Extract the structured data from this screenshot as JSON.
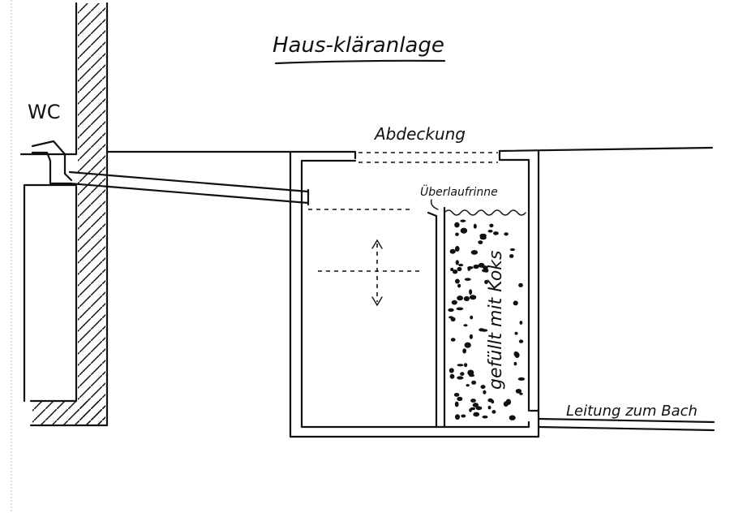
{
  "diagram": {
    "title": "Haus-kläranlage",
    "labels": {
      "wc": "WC",
      "cover": "Abdeckung",
      "overflow_channel": "Überlaufrinne",
      "filled_with_coke": "gefüllt mit Koks",
      "outlet_pipe": "Leitung zum Bach"
    }
  }
}
